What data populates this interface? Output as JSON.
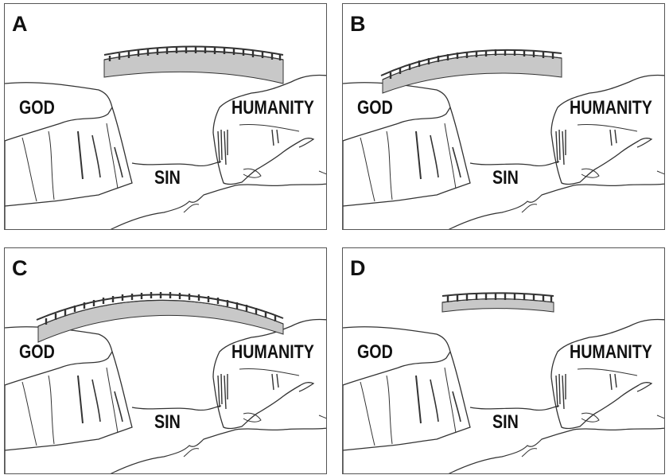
{
  "panels": [
    {
      "letter": "A",
      "bridge": "spans-gap-from-humanity"
    },
    {
      "letter": "B",
      "bridge": "spans-gap-from-god"
    },
    {
      "letter": "C",
      "bridge": "full-span"
    },
    {
      "letter": "D",
      "bridge": "floating-short"
    }
  ],
  "labels": {
    "god": "GOD",
    "humanity": "HUMANITY",
    "sin": "SIN"
  },
  "colors": {
    "bridge_fill": "#c8c8c8",
    "line": "#333333",
    "text": "#111111"
  }
}
